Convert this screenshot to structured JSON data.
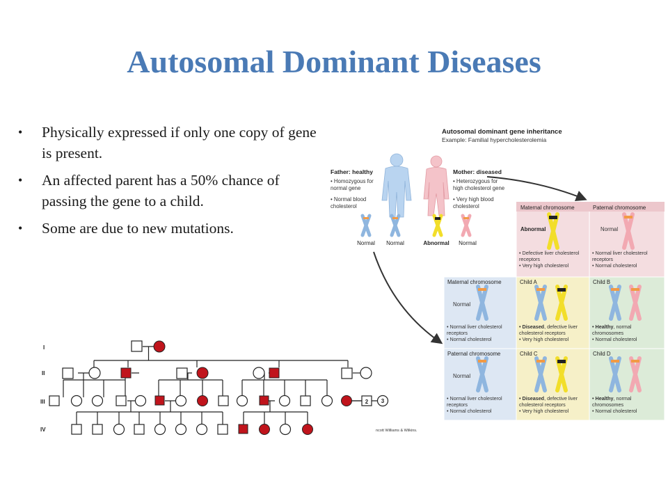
{
  "slide": {
    "title": "Autosomal Dominant Diseases",
    "bullets": [
      "Physically expressed if only one copy of gene is present.",
      "An affected parent has a 50% chance of passing the gene to a child.",
      "Some are due to new mutations."
    ]
  },
  "inheritance_figure": {
    "title": "Autosomal dominant gene inheritance",
    "subtitle": "Example: Familial hypercholesterolemia",
    "father": {
      "heading": "Father: healthy",
      "notes": [
        "• Homozygous for",
        "  normal gene",
        "• Normal blood",
        "  cholesterol"
      ]
    },
    "mother": {
      "heading": "Mother: diseased",
      "notes": [
        "• Heterozygous for",
        "  high cholesterol gene",
        "• Very high blood",
        "  cholesterol"
      ]
    },
    "chromosome_labels": [
      "Normal",
      "Normal",
      "Abnormal",
      "Normal"
    ],
    "header_maternal": "Maternal chromosome",
    "header_paternal": "Paternal chromosome",
    "label_abnormal": "Abnormal",
    "label_normal": "Normal",
    "maternal_notes": [
      "• Defective liver cholesterol",
      "  receptors",
      "• Very high cholesterol"
    ],
    "paternal_notes": [
      "• Normal liver cholesterol",
      "  receptors",
      "• Normal cholesterol"
    ],
    "row_normal_notes": [
      "• Normal liver cholesterol",
      "  receptors",
      "• Normal cholesterol"
    ],
    "children": {
      "a": {
        "name": "Child A",
        "bold": "• Diseased",
        "notes": [
          ", defective liver",
          "  cholesterol receptors",
          "• Very high cholesterol"
        ]
      },
      "b": {
        "name": "Child B",
        "bold": "• Healthy",
        "notes": [
          ", normal",
          "  chromosomes",
          "• Normal cholesterol"
        ]
      },
      "c": {
        "name": "Child C",
        "bold": "• Diseased",
        "notes": [
          ", defective liver",
          "  cholesterol receptors",
          "• Very high cholesterol"
        ]
      },
      "d": {
        "name": "Child D",
        "bold": "• Healthy",
        "notes": [
          ", normal",
          "  chromosomes",
          "• Normal cholesterol"
        ]
      }
    }
  },
  "pedigree": {
    "generations": [
      "I",
      "II",
      "III",
      "IV"
    ],
    "numbered_symbols": [
      "2",
      "3"
    ],
    "credit": "ncott Williams & Wilkins."
  },
  "colors": {
    "title": "#4a7ab5",
    "affected": "#c0141c",
    "chrom_normal": "#8fb6df",
    "chrom_abnormal": "#f2de2a",
    "chrom_paternal_pink": "#f2a9b2"
  }
}
